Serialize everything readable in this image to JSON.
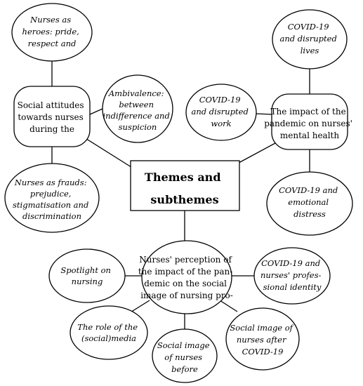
{
  "center": {
    "lines": [
      "Themes and",
      "subthemes"
    ]
  },
  "themes": {
    "social_attitudes": {
      "lines": [
        "Social attitudes",
        "towards nurses",
        "during the"
      ]
    },
    "mental_health": {
      "lines": [
        "The impact of the",
        "pandemic on nurses'",
        "mental health"
      ]
    },
    "perception": {
      "lines": [
        "Nurses' perception of",
        "the impact of the pan-",
        "demic on the social",
        "image of nursing pro-"
      ]
    }
  },
  "subthemes": {
    "heroes": {
      "lines": [
        "Nurses as",
        "heroes: pride,",
        "respect and"
      ]
    },
    "ambivalence": {
      "lines": [
        "Ambivalence:",
        "between",
        "indifference and",
        "suspicion"
      ]
    },
    "frauds": {
      "lines": [
        "Nurses as frauds:",
        "prejudice,",
        "stigmatisation and",
        "discrimination"
      ]
    },
    "disrupted_lives": {
      "lines": [
        "COVID-19",
        "and disrupted",
        "lives"
      ]
    },
    "disrupted_work": {
      "lines": [
        "COVID-19",
        "and disrupted",
        "work"
      ]
    },
    "emotional_distress": {
      "lines": [
        "COVID-19 and",
        "emotional",
        "distress"
      ]
    },
    "spotlight": {
      "lines": [
        "Spotlight on",
        "nursing"
      ]
    },
    "professional_identity": {
      "lines": [
        "COVID-19 and",
        "nurses' profes-",
        "sional identity"
      ]
    },
    "social_media": {
      "lines": [
        "The role of the",
        "(social)media"
      ]
    },
    "image_before": {
      "lines": [
        "Social image",
        "of nurses",
        "before"
      ]
    },
    "image_after": {
      "lines": [
        "Social image of",
        "nurses after",
        "COVID-19"
      ]
    }
  }
}
